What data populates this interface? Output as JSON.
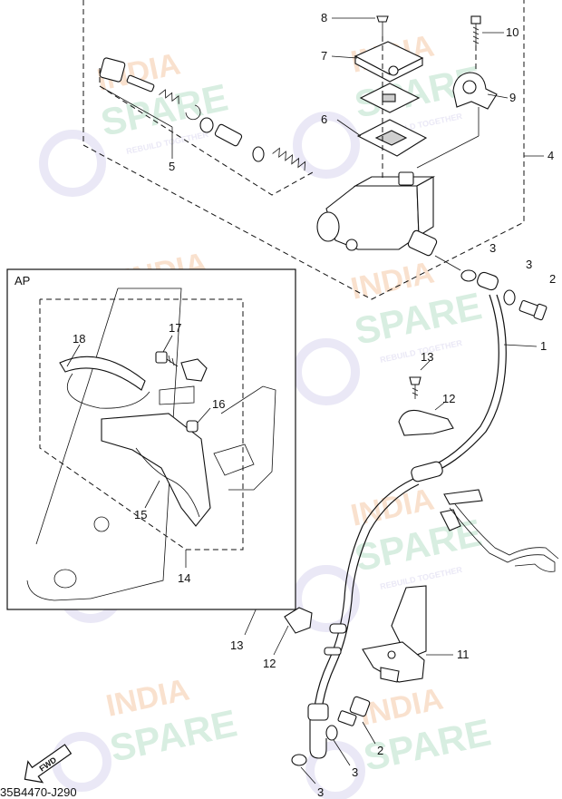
{
  "diagram_code": "35B4470-J290",
  "inset_label": "AP",
  "fwd_label": "FWD",
  "watermark": {
    "line1": "INDIA",
    "line2": "SPARE",
    "tagline": "REBUILD TOGETHER",
    "color_india": "#f5c9a6",
    "color_spare": "#b9e0c9",
    "color_icon": "#d9d6ee"
  },
  "callouts": [
    "1",
    "2",
    "2",
    "2",
    "3",
    "3",
    "3",
    "3",
    "4",
    "5",
    "6",
    "7",
    "8",
    "9",
    "10",
    "11",
    "12",
    "12",
    "13",
    "13",
    "14",
    "15",
    "16",
    "17",
    "18"
  ]
}
